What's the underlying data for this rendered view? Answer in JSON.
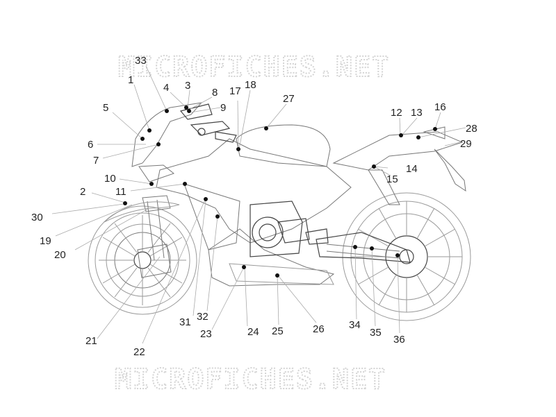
{
  "watermark": {
    "top": "MICROFICHES.NET",
    "bottom": "MICROFICHES.NET"
  },
  "labels": [
    {
      "id": "1",
      "text": "1"
    },
    {
      "id": "2",
      "text": "2"
    },
    {
      "id": "3",
      "text": "3"
    },
    {
      "id": "4",
      "text": "4"
    },
    {
      "id": "5",
      "text": "5"
    },
    {
      "id": "6",
      "text": "6"
    },
    {
      "id": "7",
      "text": "7"
    },
    {
      "id": "8",
      "text": "8"
    },
    {
      "id": "9",
      "text": "9"
    },
    {
      "id": "10",
      "text": "10"
    },
    {
      "id": "11",
      "text": "11"
    },
    {
      "id": "12",
      "text": "12"
    },
    {
      "id": "13",
      "text": "13"
    },
    {
      "id": "14",
      "text": "14"
    },
    {
      "id": "15",
      "text": "15"
    },
    {
      "id": "16",
      "text": "16"
    },
    {
      "id": "17",
      "text": "17"
    },
    {
      "id": "18",
      "text": "18"
    },
    {
      "id": "19",
      "text": "19"
    },
    {
      "id": "20",
      "text": "20"
    },
    {
      "id": "21",
      "text": "21"
    },
    {
      "id": "22",
      "text": "22"
    },
    {
      "id": "23",
      "text": "23"
    },
    {
      "id": "24",
      "text": "24"
    },
    {
      "id": "25",
      "text": "25"
    },
    {
      "id": "26",
      "text": "26"
    },
    {
      "id": "27",
      "text": "27"
    },
    {
      "id": "28",
      "text": "28"
    },
    {
      "id": "29",
      "text": "29"
    },
    {
      "id": "30",
      "text": "30"
    },
    {
      "id": "31",
      "text": "31"
    },
    {
      "id": "32",
      "text": "32"
    },
    {
      "id": "33",
      "text": "33"
    },
    {
      "id": "34",
      "text": "34"
    },
    {
      "id": "35",
      "text": "35"
    },
    {
      "id": "36",
      "text": "36"
    }
  ]
}
